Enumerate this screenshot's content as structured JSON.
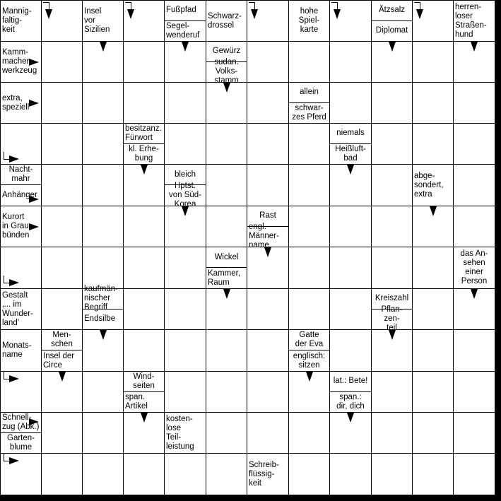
{
  "puzzle": {
    "clues": [
      {
        "id": "c0_0",
        "text": "Mannig-\nfaltig-\nkeit"
      },
      {
        "id": "c0_2",
        "text": "Insel\nvor\nSizilien"
      },
      {
        "id": "c0_4a",
        "text": "Fußpfad"
      },
      {
        "id": "c0_4b",
        "text": "Segel-\nwenderuf"
      },
      {
        "id": "c0_5",
        "text": "Schwarz-\ndrossel"
      },
      {
        "id": "c0_7",
        "text": "hohe\nSpiel-\nkarte"
      },
      {
        "id": "c0_9a",
        "text": "Ätzsalz"
      },
      {
        "id": "c0_9b",
        "text": "Diplomat"
      },
      {
        "id": "c0_11",
        "text": "herren-\nloser\nStraßen-\nhund"
      },
      {
        "id": "c1_0",
        "text": "Kamm-\nmacher-\nwerkzeug"
      },
      {
        "id": "c1_5a",
        "text": "Gewürz"
      },
      {
        "id": "c1_5b",
        "text": "sudan.\nVolks-\nstamm"
      },
      {
        "id": "c2_0",
        "text": "extra,\nspeziell"
      },
      {
        "id": "c2_7a",
        "text": "allein"
      },
      {
        "id": "c2_7b",
        "text": "schwar-\nzes Pferd"
      },
      {
        "id": "c3_3a",
        "text": "besitzanz.\nFürwort"
      },
      {
        "id": "c3_3b",
        "text": "kl. Erhe-\nbung"
      },
      {
        "id": "c3_8a",
        "text": "niemals"
      },
      {
        "id": "c3_8b",
        "text": "Heißluft-\nbad"
      },
      {
        "id": "c4_0a",
        "text": "Nacht-\nmahr"
      },
      {
        "id": "c4_0b",
        "text": "Anhänger"
      },
      {
        "id": "c4_4a",
        "text": "bleich"
      },
      {
        "id": "c4_4b",
        "text": "Hptst.\nvon Süd-\nKorea"
      },
      {
        "id": "c4_10",
        "text": "abge-\nsondert,\nextra"
      },
      {
        "id": "c5_0",
        "text": "Kurort\nin Grau-\nbünden"
      },
      {
        "id": "c5_6a",
        "text": "Rast"
      },
      {
        "id": "c5_6b",
        "text": "engl.\nMänner-\nname"
      },
      {
        "id": "c6_5a",
        "text": "Wickel"
      },
      {
        "id": "c6_5b",
        "text": "Kammer,\nRaum"
      },
      {
        "id": "c6_11",
        "text": "das An-\nsehen\neiner\nPerson"
      },
      {
        "id": "c7_0",
        "text": "Gestalt\n‚... im\nWunder-\nland'"
      },
      {
        "id": "c7_2a",
        "text": "kaufmän-\nnischer\nBegriff"
      },
      {
        "id": "c7_2b",
        "text": "Endsilbe"
      },
      {
        "id": "c7_9a",
        "text": "Kreiszahl"
      },
      {
        "id": "c7_9b",
        "text": "Pflan-\nzen-\nteil"
      },
      {
        "id": "c8_0",
        "text": "Monats-\nname"
      },
      {
        "id": "c8_1a",
        "text": "Men-\nschen"
      },
      {
        "id": "c8_1b",
        "text": "Insel der\nCirce"
      },
      {
        "id": "c8_7a",
        "text": "Gatte\nder Eva"
      },
      {
        "id": "c8_7b",
        "text": "englisch:\nsitzen"
      },
      {
        "id": "c9_3a",
        "text": "Wind-\nseiten"
      },
      {
        "id": "c9_3b",
        "text": "span.\nArtikel"
      },
      {
        "id": "c9_8a",
        "text": "lat.: Bete!"
      },
      {
        "id": "c9_8b",
        "text": "span.:\ndir, dich"
      },
      {
        "id": "c10_0a",
        "text": "Schnell-\nzug (Abk.)"
      },
      {
        "id": "c10_0b",
        "text": "Garten-\nblume"
      },
      {
        "id": "c10_4",
        "text": "kosten-\nlose\nTeil-\nleistung"
      },
      {
        "id": "c11_6",
        "text": "Schreib-\nflüssig-\nkeit"
      }
    ]
  }
}
